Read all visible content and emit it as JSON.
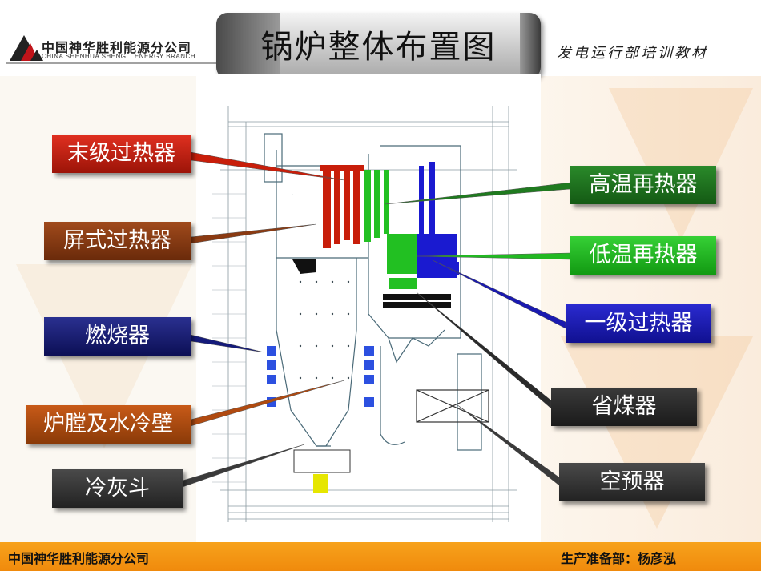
{
  "header": {
    "company_cn": "中国神华胜利能源分公司",
    "company_en": "CHINA SHENHUA SHENGLI ENERGY BRANCH",
    "title": "锅炉整体布置图",
    "subtitle": "发电运行部培训教材"
  },
  "labels": {
    "final_superheater": "末级过热器",
    "platen_superheater": "屏式过热器",
    "burner": "燃烧器",
    "furnace_waterwall": "炉膛及水冷壁",
    "cold_ash_hopper": "冷灰斗",
    "hot_reheater": "高温再热器",
    "low_reheater": "低温再热器",
    "primary_superheater": "一级过热器",
    "economizer": "省煤器",
    "air_preheater": "空预器"
  },
  "colors": {
    "final_superheater": "#c81e0a",
    "platen_superheater": "#8a3a12",
    "burner": "#141a7a",
    "furnace_waterwall": "#b04a10",
    "cold_ash_hopper": "#3a3a3a",
    "hot_reheater": "#1f7a1f",
    "low_reheater": "#22b822",
    "primary_superheater": "#1a1ab0",
    "economizer": "#2a2a2a",
    "air_preheater": "#3a3a3a",
    "footer": "#f39a14"
  },
  "footer": {
    "left": "中国神华胜利能源分公司",
    "right": "生产准备部：杨彦泓"
  }
}
